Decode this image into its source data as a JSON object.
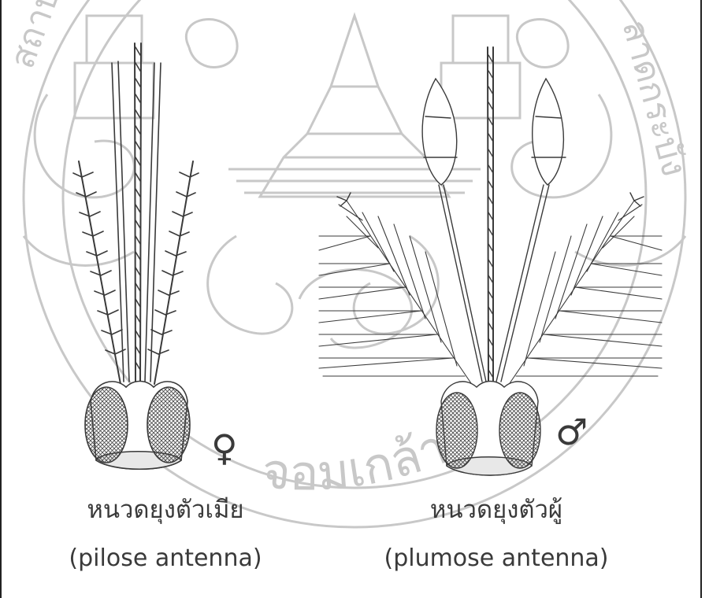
{
  "watermark": {
    "arc_text": "จอมเกล้าเจ้า",
    "side_text_left": "สถาบันเทคโนโลยี",
    "side_text_right": "ลาดกระบัง",
    "color": "#c8c8c8"
  },
  "female": {
    "caption_thai": "หนวดยุงตัวเมีย",
    "caption_latin": "(pilose antenna)",
    "symbol": "♀"
  },
  "male": {
    "caption_thai": "หนวดยุงตัวผู้",
    "caption_latin": "(plumose antenna)",
    "symbol": "♂"
  },
  "colors": {
    "line": "#3a3a3a",
    "text": "#3a3a3a",
    "watermark": "#c8c8c8",
    "border": "#222222"
  }
}
